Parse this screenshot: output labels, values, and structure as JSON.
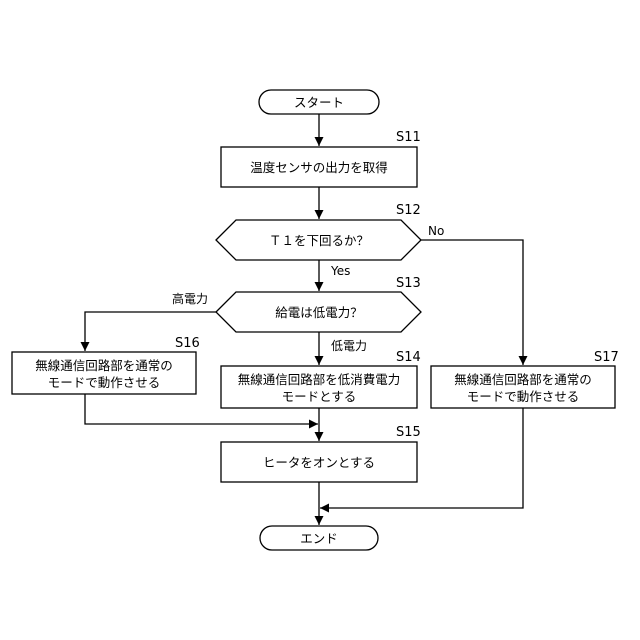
{
  "nodes": {
    "start": {
      "label": "スタート"
    },
    "s11": {
      "step": "S11",
      "label": "温度センサの出力を取得"
    },
    "s12": {
      "step": "S12",
      "label": "Ｔ１を下回るか？"
    },
    "s13": {
      "step": "S13",
      "label": "給電は低電力？"
    },
    "s14": {
      "step": "S14",
      "line1": "無線通信回路部を低消費電力",
      "line2": "モードとする"
    },
    "s15": {
      "step": "S15",
      "label": "ヒータをオンとする"
    },
    "s16": {
      "step": "S16",
      "line1": "無線通信回路部を通常の",
      "line2": "モードで動作させる"
    },
    "s17": {
      "step": "S17",
      "line1": "無線通信回路部を通常の",
      "line2": "モードで動作させる"
    },
    "end": {
      "label": "エンド"
    }
  },
  "edges": {
    "s12_yes": "Yes",
    "s12_no": "No",
    "s13_high": "高電力",
    "s13_low": "低電力"
  }
}
